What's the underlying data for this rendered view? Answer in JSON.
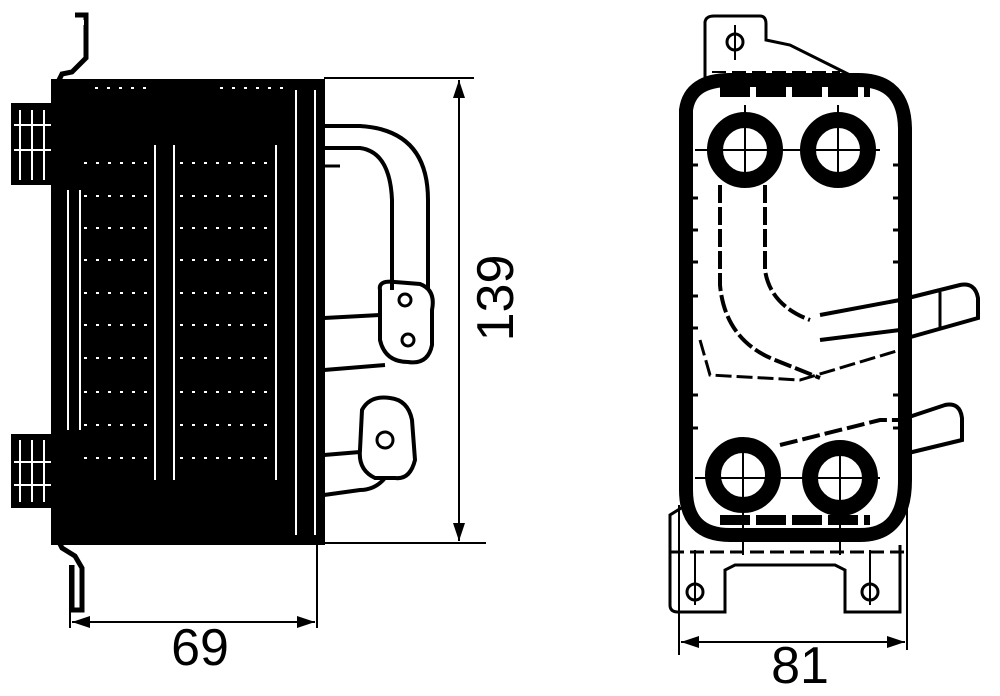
{
  "diagram": {
    "subject": "oil cooler technical drawing",
    "views": [
      {
        "name": "side-view",
        "label": ""
      },
      {
        "name": "front-view",
        "label": ""
      }
    ],
    "colors": {
      "line": "#000000",
      "background": "#ffffff"
    }
  },
  "dimensions": {
    "height": {
      "value": "139",
      "orientation": "vertical"
    },
    "depth": {
      "value": "69",
      "orientation": "horizontal"
    },
    "width": {
      "value": "81",
      "orientation": "horizontal"
    }
  }
}
